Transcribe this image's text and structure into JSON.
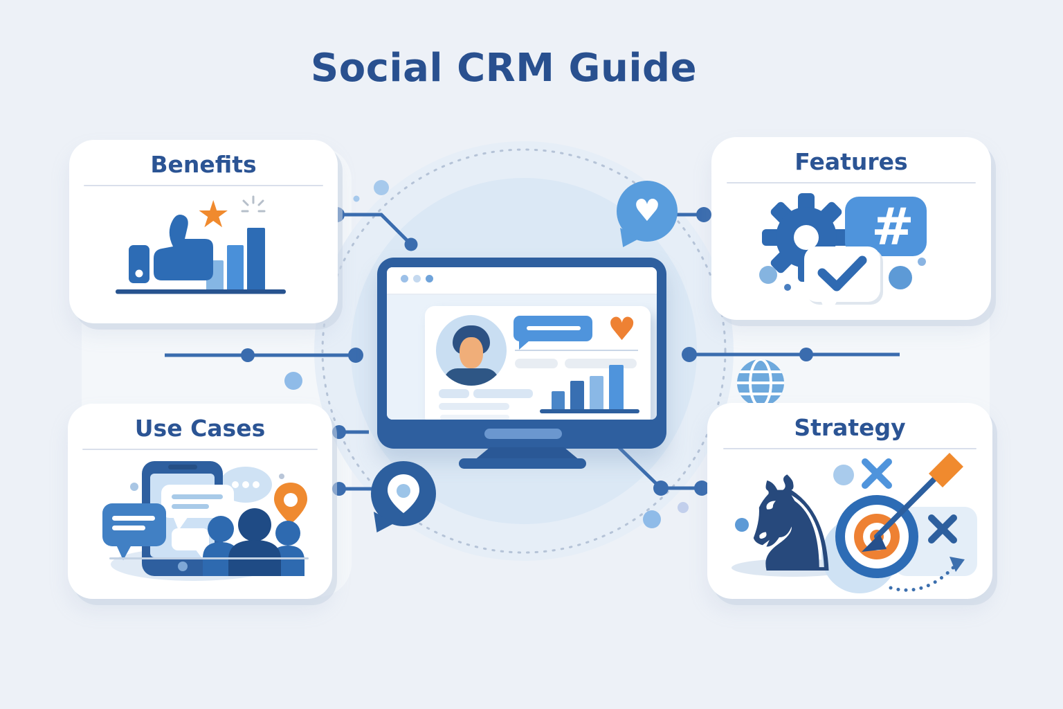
{
  "title": "Social CRM Guide",
  "cards": [
    {
      "id": "benefits",
      "label": "Benefits",
      "icon": "thumbs-up-star-growth-chart"
    },
    {
      "id": "features",
      "label": "Features",
      "icon": "gear-hashtag-bubble-checkmark-bubble"
    },
    {
      "id": "use_cases",
      "label": "Use Cases",
      "icon": "smartphone-chat-community-location-pin"
    },
    {
      "id": "strategy",
      "label": "Strategy",
      "icon": "chess-knight-target-arrow"
    }
  ],
  "center": {
    "icon": "crm-dashboard-monitor",
    "monitor_elements": [
      "browser-window",
      "user-avatar",
      "chat-message-bubble",
      "like-heart",
      "profile-text-lines",
      "growth-bar-chart"
    ],
    "bar_chart": {
      "bars": 4,
      "trend": "increasing"
    }
  },
  "floating_icons": [
    "heart-chat-bubble",
    "location-pin-bubble",
    "globe"
  ],
  "glyphs": {
    "heart": "♥",
    "hashtag": "#",
    "star": "★",
    "knight": "♞"
  },
  "colors": {
    "background": "#edf1f7",
    "title_text": "#29508f",
    "card_title_text": "#2b5494",
    "connector_blue": "#3a6cae",
    "dark_blue": "#2d6cb5",
    "monitor_blue": "#2e5f9f",
    "mid_blue": "#4f94dc",
    "light_blue": "#a6c9ec",
    "orange": "#ee8133"
  }
}
